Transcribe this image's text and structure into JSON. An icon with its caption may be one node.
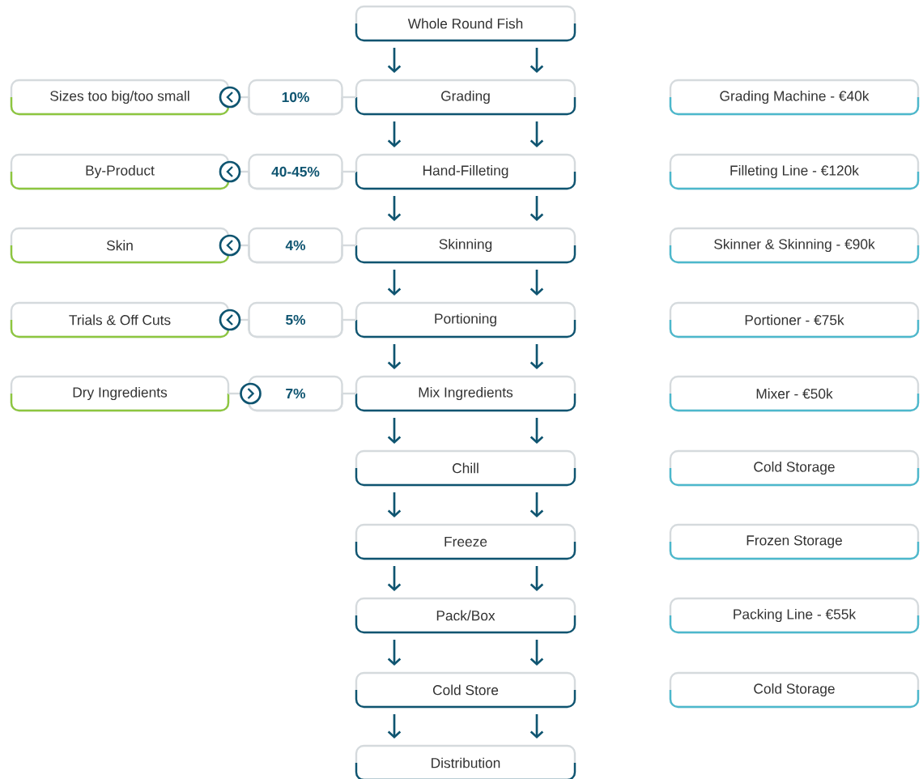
{
  "diagram": {
    "nodes": [
      {
        "text": [
          "Whole Round Fish"
        ]
      },
      {
        "text": [
          "Grading"
        ]
      },
      {
        "text": [
          "Hand-Filleting"
        ]
      },
      {
        "text": [
          "Skinning"
        ]
      },
      {
        "text": [
          "Portioning"
        ]
      },
      {
        "text": [
          "Mix Ingredients"
        ]
      },
      {
        "text": [
          "Chill"
        ]
      },
      {
        "text": [
          "Freeze"
        ]
      },
      {
        "text": [
          "Pack/Box"
        ]
      },
      {
        "text": [
          "Cold Store"
        ]
      },
      {
        "text": [
          "Distribution"
        ]
      },
      {
        "text": [
          "10%"
        ]
      },
      {
        "text": [
          "40-45%"
        ]
      },
      {
        "text": [
          "4%"
        ]
      },
      {
        "text": [
          "5%"
        ]
      },
      {
        "text": [
          "7%"
        ]
      },
      {
        "text": [
          "Sizes too big/too small"
        ]
      },
      {
        "text": [
          "By-Product"
        ]
      },
      {
        "text": [
          "Skin"
        ]
      },
      {
        "text": [
          "Trials & Off Cuts"
        ]
      },
      {
        "text": [
          "Dry Ingredients"
        ]
      },
      {
        "text": [
          "Grading Machine - €40k"
        ]
      },
      {
        "text": [
          "Filleting Line - €120k"
        ]
      },
      {
        "text": [
          "Skinner & Skinning - €90k"
        ]
      },
      {
        "text": [
          "Portioner - €75k"
        ]
      },
      {
        "text": [
          "Mixer - €50k"
        ]
      },
      {
        "text": [
          "Cold Storage"
        ]
      },
      {
        "text": [
          "Frozen Storage"
        ]
      },
      {
        "text": [
          "Packing Line - €55k"
        ]
      },
      {
        "text": [
          "Cold Storage"
        ]
      }
    ],
    "edges": [
      {
        "from": 0,
        "to": 1,
        "arrow": "to"
      },
      {
        "from": 0,
        "to": 1,
        "arrow": "to"
      },
      {
        "from": 1,
        "to": 2,
        "arrow": "to"
      },
      {
        "from": 1,
        "to": 2,
        "arrow": "to"
      },
      {
        "from": 2,
        "to": 3,
        "arrow": "to"
      },
      {
        "from": 2,
        "to": 3,
        "arrow": "to"
      },
      {
        "from": 3,
        "to": 4,
        "arrow": "to"
      },
      {
        "from": 3,
        "to": 4,
        "arrow": "to"
      },
      {
        "from": 4,
        "to": 5,
        "arrow": "to"
      },
      {
        "from": 4,
        "to": 5,
        "arrow": "to"
      },
      {
        "from": 5,
        "to": 6,
        "arrow": "to"
      },
      {
        "from": 5,
        "to": 6,
        "arrow": "to"
      },
      {
        "from": 6,
        "to": 7,
        "arrow": "to"
      },
      {
        "from": 6,
        "to": 7,
        "arrow": "to"
      },
      {
        "from": 7,
        "to": 8,
        "arrow": "to"
      },
      {
        "from": 7,
        "to": 8,
        "arrow": "to"
      },
      {
        "from": 8,
        "to": 9,
        "arrow": "to"
      },
      {
        "from": 8,
        "to": 9,
        "arrow": "to"
      },
      {
        "from": 9,
        "to": 10,
        "arrow": "to"
      },
      {
        "from": 9,
        "to": 10,
        "arrow": "to"
      },
      {
        "from": 1,
        "to": 11,
        "arrow": "none",
        "color": "#d5dadd"
      },
      {
        "from": 2,
        "to": 12,
        "arrow": "none",
        "color": "#d5dadd"
      },
      {
        "from": 3,
        "to": 13,
        "arrow": "none",
        "color": "#d5dadd"
      },
      {
        "from": 4,
        "to": 14,
        "arrow": "none",
        "color": "#d5dadd"
      },
      {
        "from": 5,
        "to": 15,
        "arrow": "none",
        "color": "#d5dadd"
      },
      {
        "from": 11,
        "to": 16,
        "arrow": "to",
        "color": "#d5dadd"
      },
      {
        "from": 12,
        "to": 17,
        "arrow": "to",
        "color": "#d5dadd"
      },
      {
        "from": 13,
        "to": 18,
        "arrow": "to",
        "color": "#d5dadd"
      },
      {
        "from": 14,
        "to": 19,
        "arrow": "to",
        "color": "#d5dadd"
      },
      {
        "from": 20,
        "to": 15,
        "arrow": "to",
        "color": "#d5dadd"
      }
    ]
  }
}
